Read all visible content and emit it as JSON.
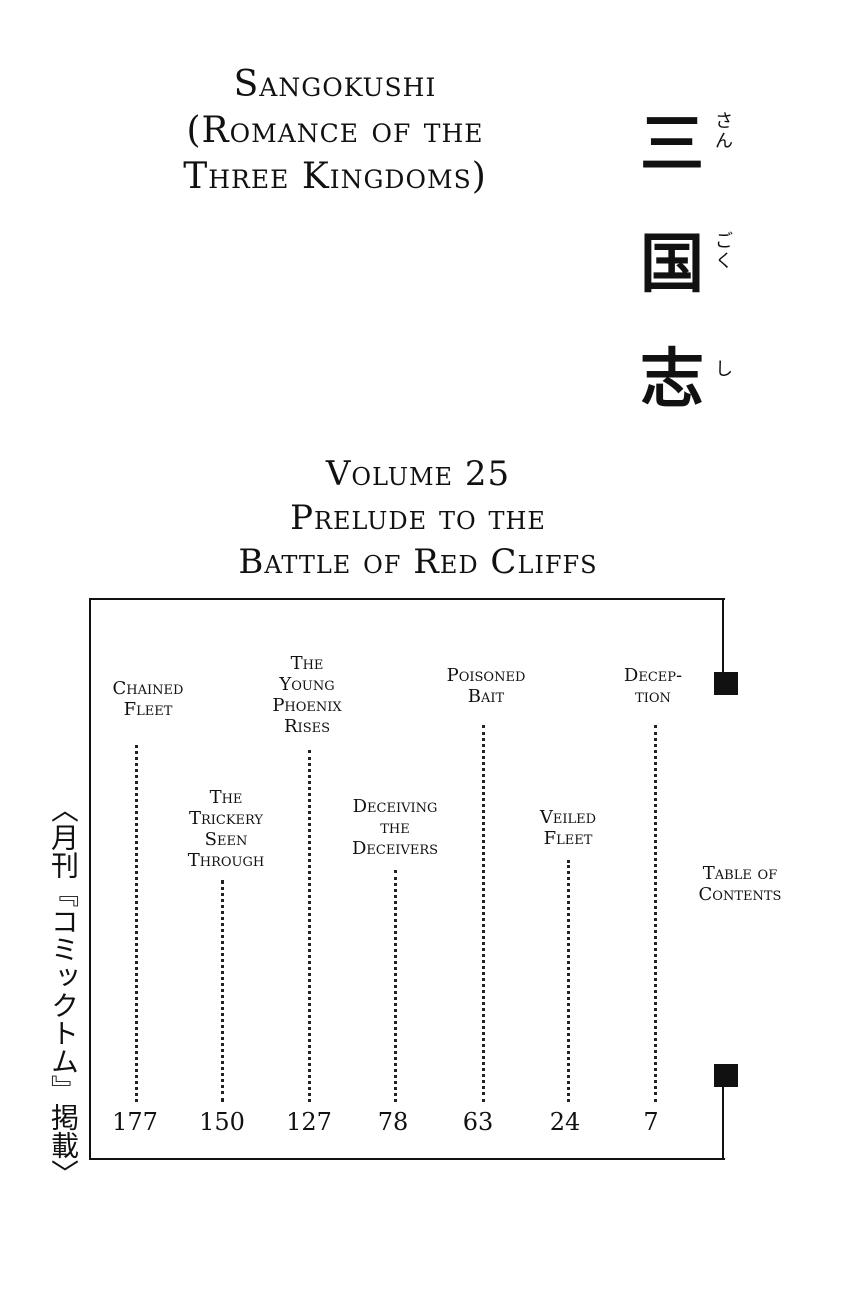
{
  "title": {
    "line1": "Sangokushi",
    "line2": "(Romance of the",
    "line3": "Three Kingdoms)"
  },
  "japanese_title": [
    {
      "kanji": "三",
      "furigana": "さん"
    },
    {
      "kanji": "国",
      "furigana": "ごく"
    },
    {
      "kanji": "志",
      "furigana": "し"
    }
  ],
  "volume": {
    "line1": "Volume 25",
    "line2": "Prelude to the",
    "line3": "Battle of Red Cliffs"
  },
  "publication_note": "〈月刊『コミックトム』掲載〉",
  "contents": [
    {
      "title": "Chained\nFleet",
      "page": "177"
    },
    {
      "title": "The\nTrickery\nSeen\nThrough",
      "page": "150"
    },
    {
      "title": "The\nYoung\nPhoenix\nRises",
      "page": "127"
    },
    {
      "title": "Deceiving\nthe\nDeceivers",
      "page": "78"
    },
    {
      "title": "Poisoned\nBait",
      "page": "63"
    },
    {
      "title": "Veiled\nFleet",
      "page": "24"
    },
    {
      "title": "Decep-\ntion",
      "page": "7"
    }
  ],
  "toc_label": "Table of\nContents"
}
